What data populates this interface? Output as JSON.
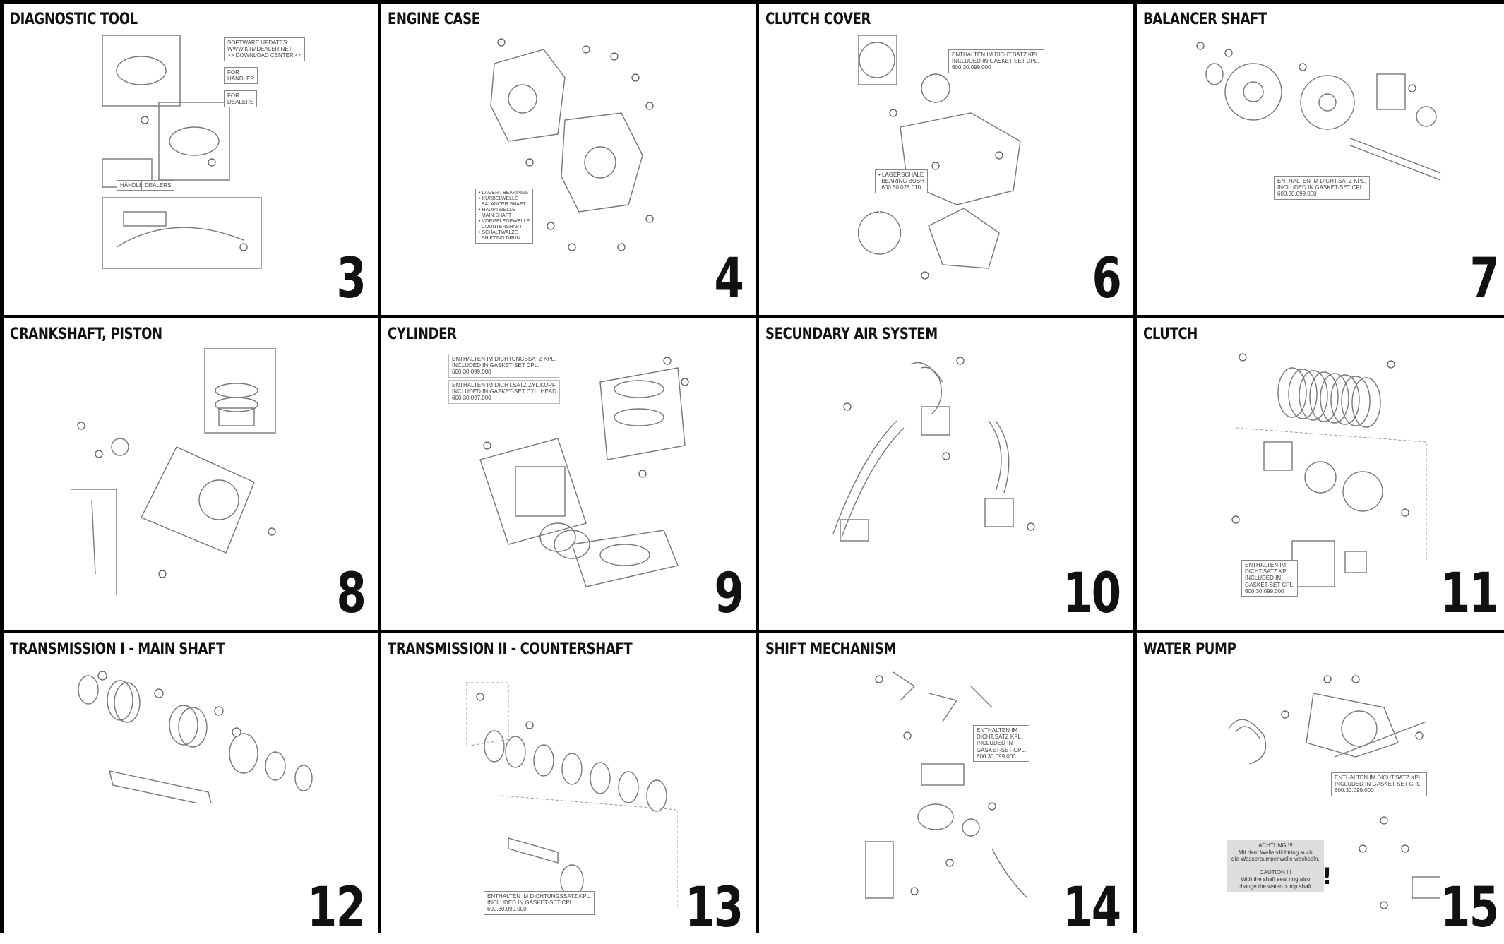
{
  "panels": [
    {
      "title": "DIAGNOSTIC TOOL",
      "page": "3",
      "notes": [
        "SOFTWARE UPDATES:\nWWW.KTMDEALER.NET\n>> DOWNLOAD CENTER <<",
        "FOR\nHÄNDLER",
        "FOR\nDEALERS",
        "FOR",
        "FOR",
        "HÄNDLER",
        "DEALERS"
      ]
    },
    {
      "title": "ENGINE CASE",
      "page": "4",
      "notes": [
        "• LAGER / BEARINGS\n• KURBELWELLE\n  BALANCER SHAFT\n• HAUPTWELLE\n  MAIN SHAFT\n• VORGELEGEWELLE\n  COUNTERSHAFT\n• SCHALTWALZE\n  SHIFTING DRUM"
      ]
    },
    {
      "title": "CLUTCH COVER",
      "page": "6",
      "notes": [
        "ENTHALTEN IM DICHT.SATZ KPL.\nINCLUDED IN GASKET-SET CPL.\n600.30.099.000",
        "• LAGERSCHALE\n  BEARING BUSH\n  600.30.026.010"
      ]
    },
    {
      "title": "BALANCER SHAFT",
      "page": "7",
      "notes": [
        "ENTHALTEN IM DICHT.SATZ KPL.\nINCLUDED IN GASKET-SET CPL.\n600.30.099.000"
      ]
    },
    {
      "title": "CRANKSHAFT, PISTON",
      "page": "8",
      "notes": []
    },
    {
      "title": "CYLINDER",
      "page": "9",
      "notes": [
        "ENTHALTEN IM DICHTUNGSSATZ KPL.\nINCLUDED IN GASKET-SET CPL.\n600.30.099.000",
        "ENTHALTEN IM DICHT.SATZ ZYL.KOPF\nINCLUDED IN GASKET-SET CYL. HEAD\n600.30.097.000"
      ]
    },
    {
      "title": "SECUNDARY AIR SYSTEM",
      "page": "10",
      "notes": []
    },
    {
      "title": "CLUTCH",
      "page": "11",
      "notes": [
        "ENTHALTEN IM\nDICHT.SATZ KPL.\nINCLUDED IN\nGASKET-SET CPL.\n600.30.099.000"
      ]
    },
    {
      "title": "TRANSMISSION I - MAIN SHAFT",
      "page": "12",
      "notes": []
    },
    {
      "title": "TRANSMISSION II - COUNTERSHAFT",
      "page": "13",
      "notes": [
        "ENTHALTEN IM DICHTUNGSSATZ KPL.\nINCLUDED IN GASKET-SET CPL.\n600.30.099.000"
      ]
    },
    {
      "title": "SHIFT MECHANISM",
      "page": "14",
      "notes": [
        "ENTHALTEN IM\nDICHT.SATZ KPL.\nINCLUDED IN\nGASKET-SET CPL.\n600.30.099.000"
      ]
    },
    {
      "title": "WATER PUMP",
      "page": "15",
      "notes": [
        "ENTHALTEN IM DICHT.SATZ KPL.\nINCLUDED IN GASKET-SET CPL.\n600.30.099.000",
        "ACHTUNG !!!\nMit dem Wellendichtring auch\ndie Wasserpumpenwelle wechseln.\n\nCAUTION !!!\nWith the shaft seal ring also\nchange the water-pump shaft."
      ]
    }
  ]
}
